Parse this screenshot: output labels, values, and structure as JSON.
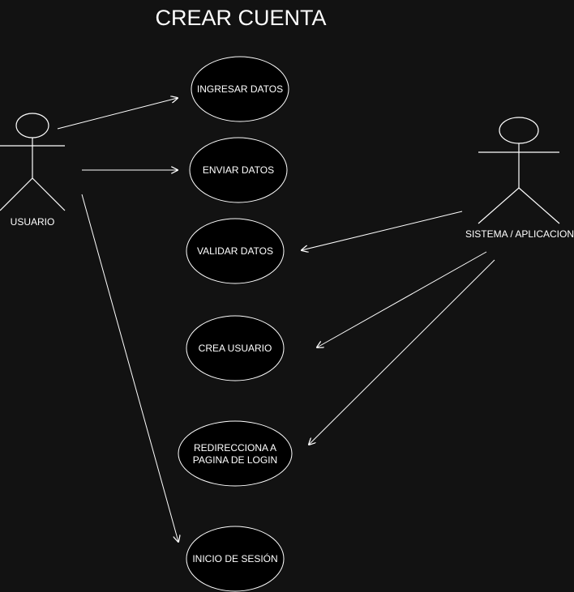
{
  "title": "CREAR CUENTA",
  "colors": {
    "background": "#121212",
    "stroke": "#ffffff",
    "text": "#ffffff"
  },
  "actors": {
    "user": {
      "label": "USUARIO"
    },
    "system": {
      "label": "SISTEMA / APLICACION"
    }
  },
  "use_cases": {
    "ingresar": {
      "label": "INGRESAR DATOS"
    },
    "enviar": {
      "label": "ENVIAR DATOS"
    },
    "validar": {
      "label": "VALIDAR DATOS"
    },
    "crea": {
      "label": "CREA USUARIO"
    },
    "redirecciona": {
      "line1": "REDIRECCIONA A",
      "line2": "PAGINA DE LOGIN"
    },
    "inicio": {
      "label": "INICIO DE SESIÓN"
    }
  }
}
